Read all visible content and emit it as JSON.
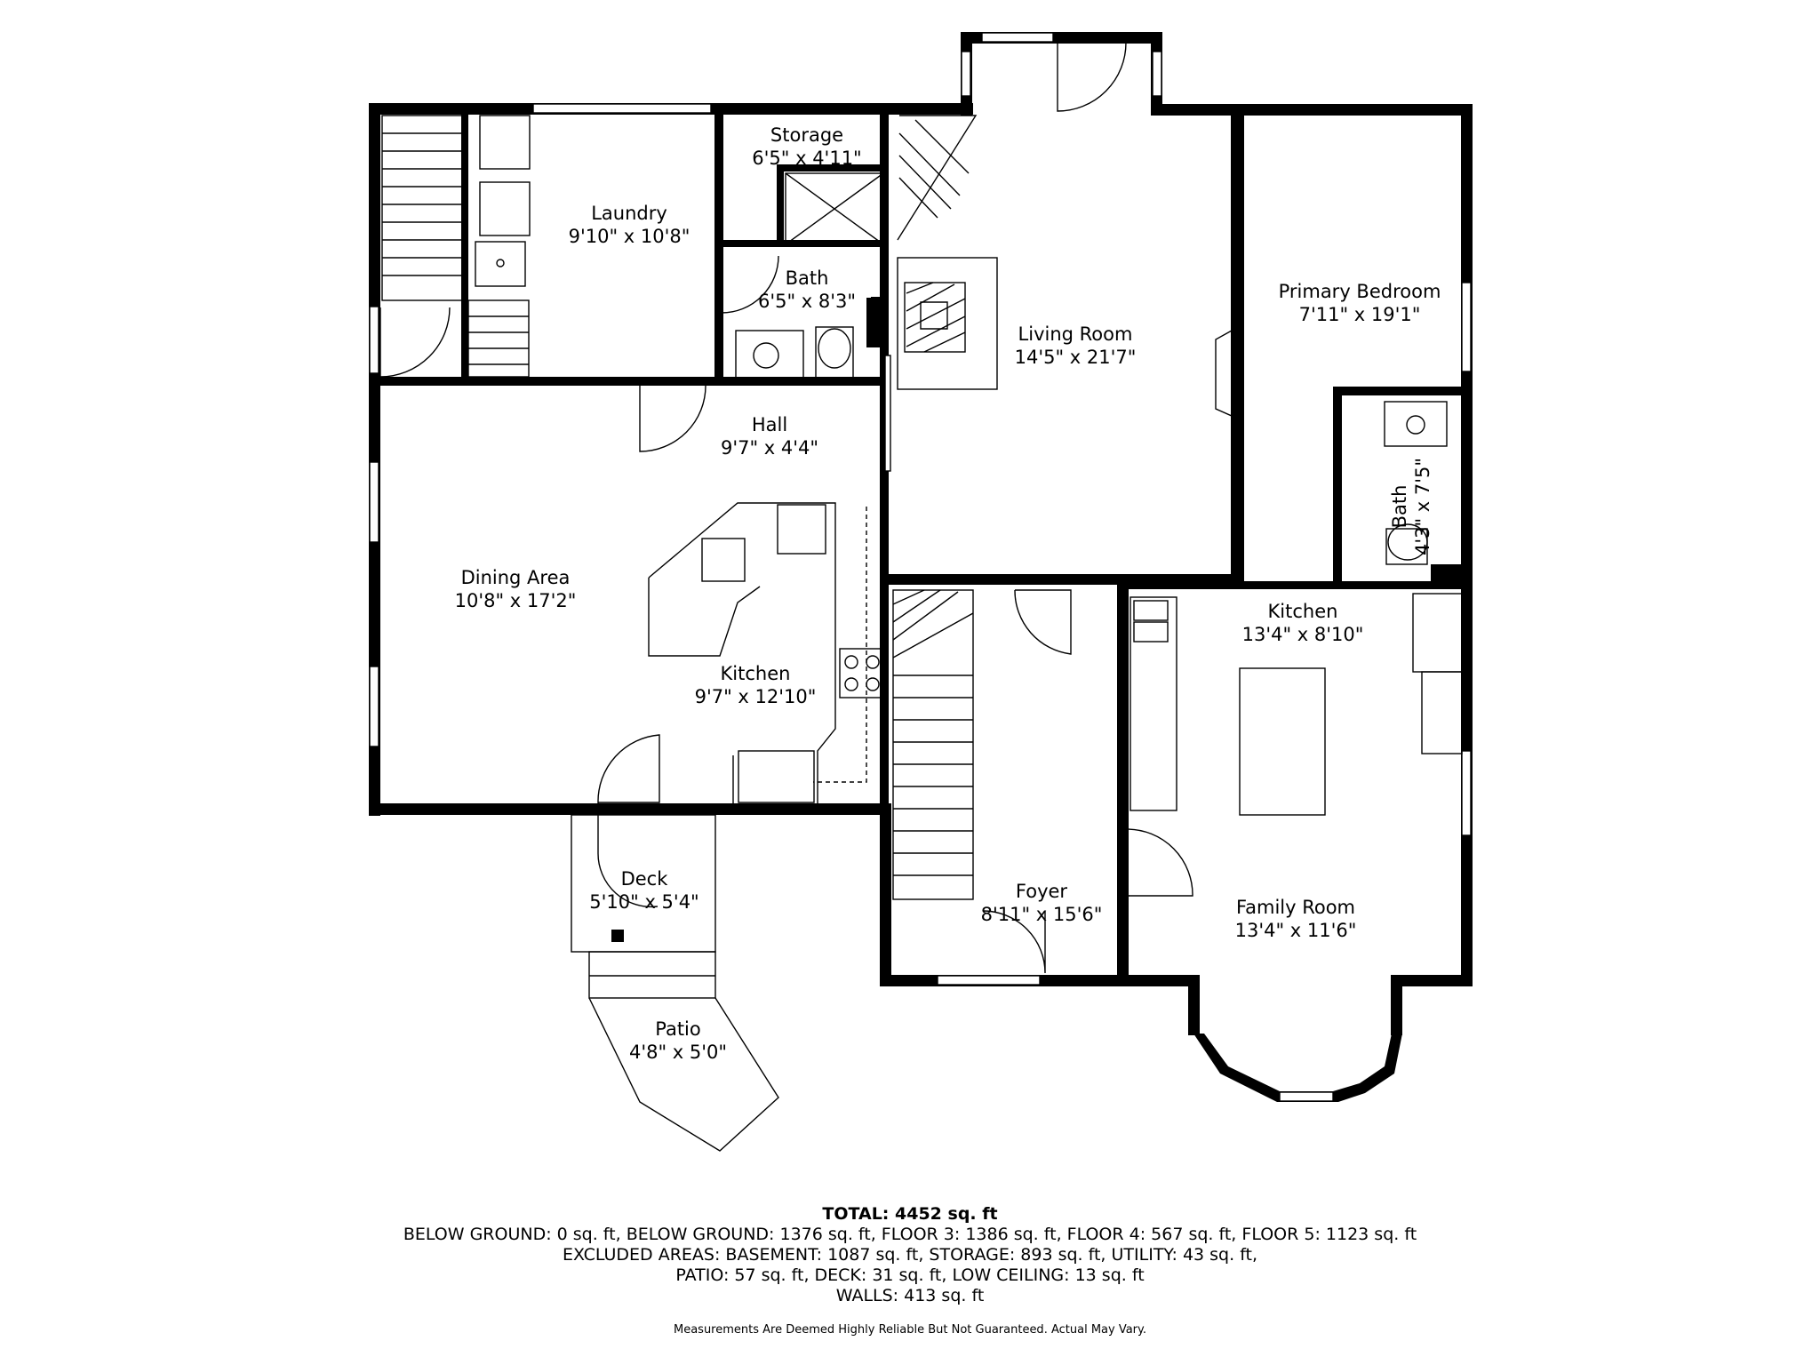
{
  "rooms": {
    "storage": {
      "name": "Storage",
      "dims": "6'5\" x 4'11\""
    },
    "laundry": {
      "name": "Laundry",
      "dims": "9'10\" x 10'8\""
    },
    "bath1": {
      "name": "Bath",
      "dims": "6'5\" x 8'3\""
    },
    "living": {
      "name": "Living Room",
      "dims": "14'5\" x 21'7\""
    },
    "primary": {
      "name": "Primary Bedroom",
      "dims": "7'11\" x 19'1\""
    },
    "hall": {
      "name": "Hall",
      "dims": "9'7\" x 4'4\""
    },
    "bath2": {
      "name": "Bath",
      "dims": "4'3\" x 7'5\""
    },
    "dining": {
      "name": "Dining Area",
      "dims": "10'8\" x 17'2\""
    },
    "kitchen1": {
      "name": "Kitchen",
      "dims": "9'7\" x 12'10\""
    },
    "kitchen2": {
      "name": "Kitchen",
      "dims": "13'4\" x 8'10\""
    },
    "deck": {
      "name": "Deck",
      "dims": "5'10\" x 5'4\""
    },
    "foyer": {
      "name": "Foyer",
      "dims": "8'11\" x 15'6\""
    },
    "family": {
      "name": "Family Room",
      "dims": "13'4\" x 11'6\""
    },
    "patio": {
      "name": "Patio",
      "dims": "4'8\" x 5'0\""
    }
  },
  "summary": {
    "total": "TOTAL: 4452 sq. ft",
    "line1": "BELOW GROUND: 0 sq. ft, BELOW GROUND: 1376 sq. ft, FLOOR 3: 1386 sq. ft, FLOOR 4: 567 sq. ft, FLOOR 5: 1123 sq. ft",
    "line2": "EXCLUDED AREAS: BASEMENT: 1087 sq. ft, STORAGE: 893 sq. ft, UTILITY: 43 sq. ft,",
    "line3": "PATIO: 57 sq. ft, DECK: 31 sq. ft, LOW CEILING: 13 sq. ft",
    "line4": "WALLS: 413 sq. ft"
  },
  "disclaimer": "Measurements Are Deemed Highly Reliable But Not Guaranteed. Actual May Vary."
}
